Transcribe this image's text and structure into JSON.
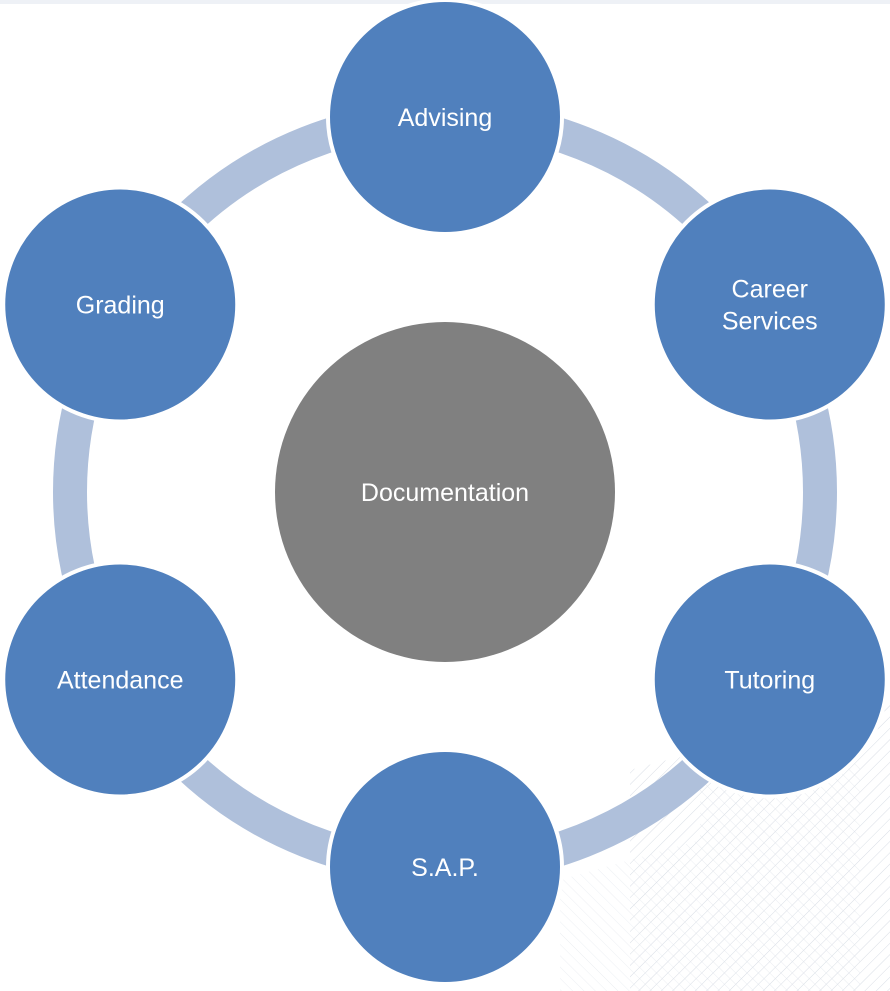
{
  "diagram": {
    "center": {
      "label": "Documentation",
      "color": "#808080"
    },
    "nodes": [
      {
        "id": "advising",
        "label": "Advising"
      },
      {
        "id": "career-services",
        "label": "Career\nServices"
      },
      {
        "id": "tutoring",
        "label": "Tutoring"
      },
      {
        "id": "sap",
        "label": "S.A.P."
      },
      {
        "id": "attendance",
        "label": "Attendance"
      },
      {
        "id": "grading",
        "label": "Grading"
      }
    ],
    "colors": {
      "node": "#5080BD",
      "node_stroke": "#ffffff",
      "ring": "#AFC0DB",
      "text": "#ffffff",
      "backdrop_lines": "#c9d0dc"
    }
  }
}
